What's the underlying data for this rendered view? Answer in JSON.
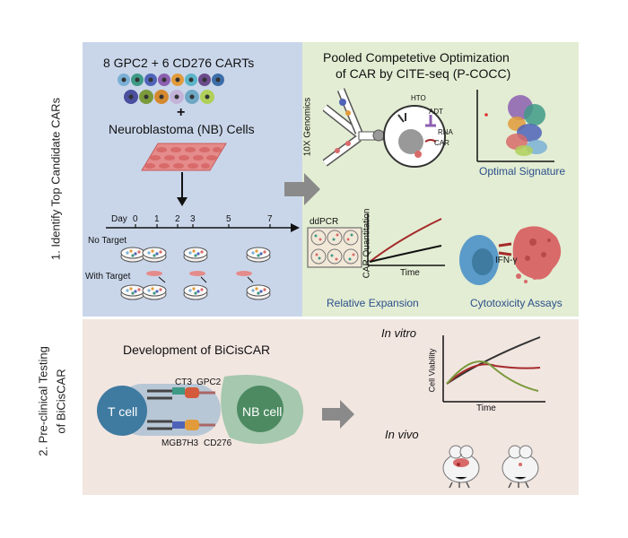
{
  "section1": {
    "side_label": "1. Identify Top Candidate CARs",
    "cart_title": "8 GPC2 +  6 CD276 CARTs",
    "plus": "+",
    "nb_cells": "Neuroblastoma (NB) Cells",
    "timeline": {
      "day_label": "Day",
      "days": [
        "0",
        "1",
        "2",
        "3",
        "5",
        "7"
      ],
      "no_target": "No Target",
      "with_target": "With Target"
    }
  },
  "pcocc": {
    "title_line1": "Pooled Competetive Optimization",
    "title_line2": "of CAR by CITE-seq (P-COCC)",
    "genomics": "10X Genomics",
    "labels": {
      "hto": "HTO",
      "adt": "ADT",
      "rna": "RNA",
      "car": "CAR"
    },
    "optimal_signature": "Optimal Signature",
    "ddpcr": "ddPCR",
    "car_quant": "CAR Quantitation",
    "time": "Time",
    "relative_expansion": "Relative Expansion",
    "ifn": "IFN-γ",
    "cytotoxicity": "Cytotoxicity Assays"
  },
  "section2": {
    "side_label_line1": "2. Pre-clinical Testing",
    "side_label_line2": "of BiCisCAR",
    "dev_title": "Development of BiCisCAR",
    "t_cell": "T cell",
    "nb_cell": "NB cell",
    "ct3": "CT3",
    "gpc2": "GPC2",
    "mgb": "MGB7H3",
    "cd276": "CD276",
    "in_vitro": "In vitro",
    "cell_viability": "Cell Viability",
    "time": "Time",
    "in_vivo": "In vivo"
  },
  "colors": {
    "blue_panel": "#c9d6ea",
    "green_panel": "#e3edd3",
    "pink_panel": "#f2e6e1",
    "arrow_gray": "#8a8a8a",
    "dark_red": "#a52a2a",
    "accent_blue": "#2b6cb0",
    "t_cell_blue": "#3f7aa0",
    "nb_cell_green": "#4d8a62"
  }
}
